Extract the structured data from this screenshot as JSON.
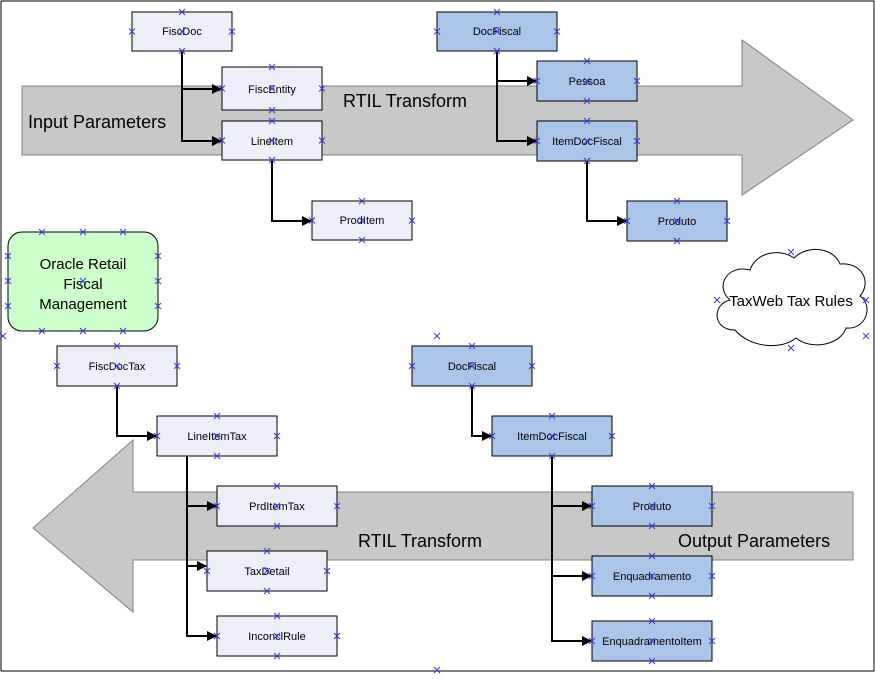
{
  "colors": {
    "light_box": "#eeeef8",
    "blue_box": "#abc5e8",
    "arrow_fill": "#c8c8c8",
    "rfm_fill": "#ccffcc",
    "cloud_fill": "#ffffff",
    "handle": "#3a3ae0"
  },
  "labels": {
    "input_parameters": "Input Parameters",
    "rtil_transform_top": "RTIL Transform",
    "rtil_transform_bottom": "RTIL Transform",
    "output_parameters": "Output Parameters",
    "taxweb": "TaxWeb Tax Rules",
    "rfm": [
      "Oracle Retail",
      "Fiscal",
      "Management"
    ]
  },
  "boxes": {
    "fiscdoc": "FiscDoc",
    "fiscentity": "FiscEntity",
    "lineitem": "LineItem",
    "proditem": "ProdItem",
    "docfiscal_in": "DocFiscal",
    "pessoa": "Pessoa",
    "itemdocfiscal_in": "ItemDocFiscal",
    "produto_in": "Produto",
    "fiscdoctax": "FiscDocTax",
    "lineitemtax": "LineItemTax",
    "prditemtax": "PrdItemTax",
    "taxdetail": "TaxDetail",
    "inconclrule": "InconclRule",
    "docfiscal_out": "DocFiscal",
    "itemdocfiscal_out": "ItemDocFiscal",
    "produto_out": "Produto",
    "enquadramento": "Enquadramento",
    "enquadramentoitem": "EnquadramentoItem"
  }
}
